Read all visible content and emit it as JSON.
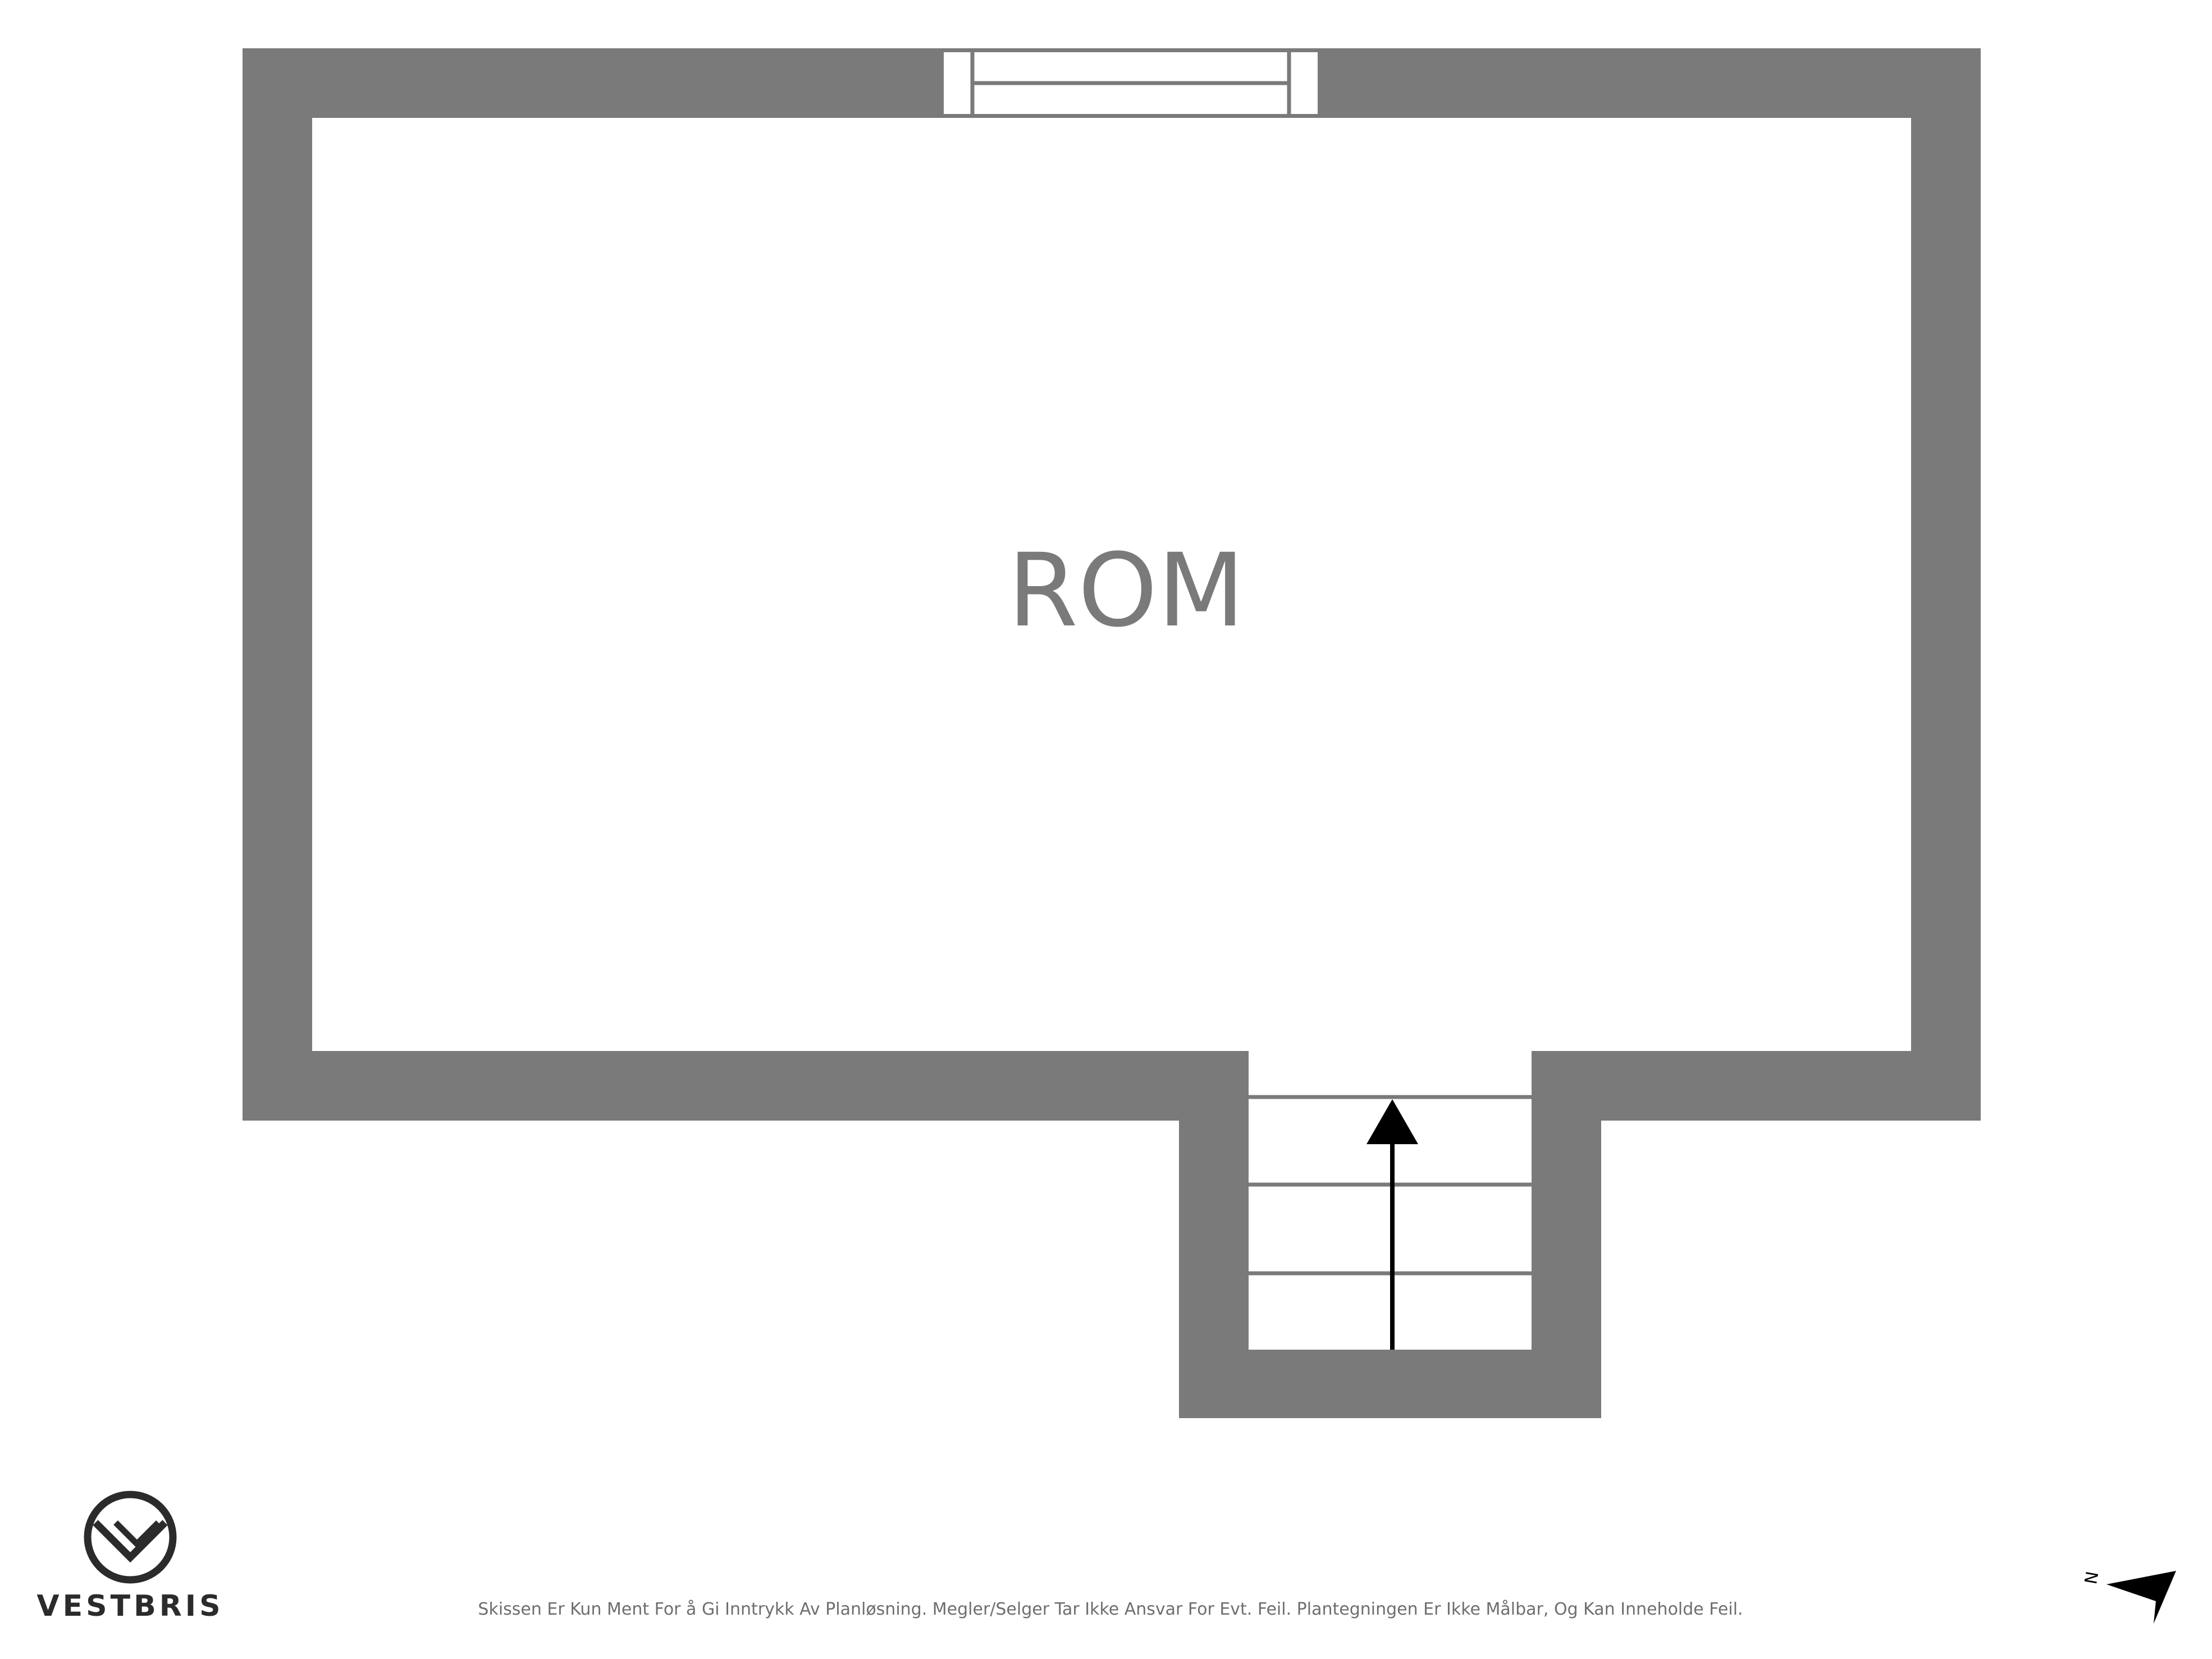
{
  "floorplan": {
    "rooms": [
      {
        "label": "ROM"
      }
    ],
    "colors": {
      "wall": "#7a7a7a",
      "background": "#ffffff",
      "text": "#7a7a7a",
      "logo": "#2b2b2b",
      "arrow": "#000000"
    },
    "stair_direction": "up"
  },
  "brand": {
    "name": "VESTBRIS",
    "logo_icon": "vestbris-logo-icon"
  },
  "compass": {
    "label": "N",
    "icon": "north-arrow-icon"
  },
  "footer": {
    "disclaimer": "Skissen Er Kun Ment For å Gi Inntrykk Av Planløsning. Megler/Selger Tar Ikke Ansvar For Evt. Feil. Plantegningen Er Ikke Målbar, Og Kan Inneholde Feil."
  }
}
